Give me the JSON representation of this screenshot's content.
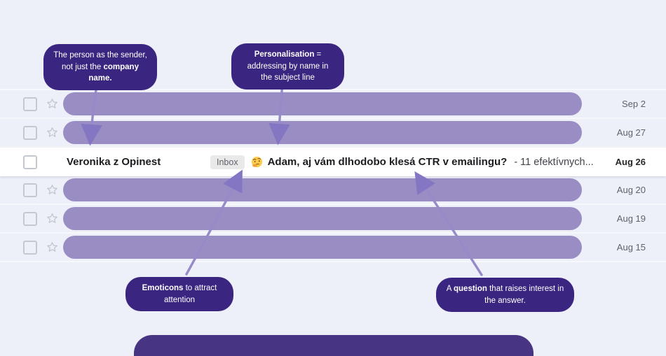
{
  "colors": {
    "background": "#edf0f9",
    "redacted_bar": "#9a8dc4",
    "annotation_bg": "#3a2580",
    "arrow": "#968ac9",
    "highlight_row_bg": "#ffffff",
    "date_text": "#5f6368",
    "badge_bg": "#e9e9ea",
    "bottom_panel": "#473584"
  },
  "annotations": {
    "sender_note": {
      "part1": "The person as the sender, not just the ",
      "part2": "company name."
    },
    "personalisation_note": {
      "part1": "Personalisation",
      "part2": " = addressing by name in the subject line"
    },
    "emoticons_note": {
      "part1": "Emoticons",
      "part2": " to attract attention"
    },
    "question_note": {
      "part1": "A ",
      "part2": "question",
      "part3": " that raises interest in the answer."
    }
  },
  "emails": [
    {
      "date": "Sep 2",
      "redacted": true
    },
    {
      "date": "Aug 27",
      "redacted": true
    },
    {
      "date": "Aug 26",
      "redacted": false,
      "sender": "Veronika z Opinest",
      "badge": "Inbox",
      "emoji": "thinking-face",
      "subject": "Adam, aj vám dlhodobo klesá CTR v emailingu?",
      "snippet": "- 11 efektívnych..."
    },
    {
      "date": "Aug 20",
      "redacted": true
    },
    {
      "date": "Aug 19",
      "redacted": true
    },
    {
      "date": "Aug 15",
      "redacted": true
    }
  ]
}
